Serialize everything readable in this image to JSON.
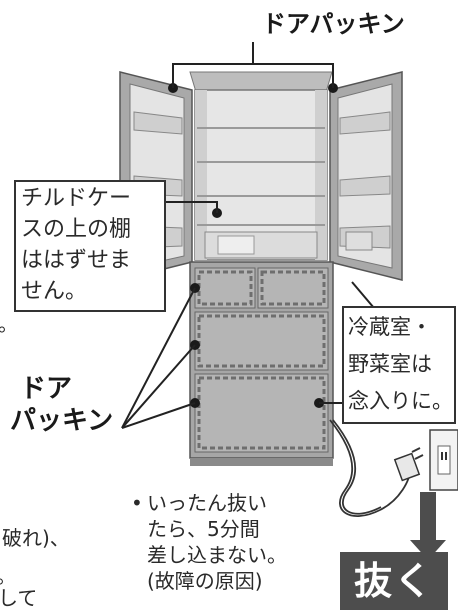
{
  "labels": {
    "door_packing_top": "ドアパッキン",
    "door_packing_side_line1": "ドア",
    "door_packing_side_line2": "パッキン"
  },
  "chilled_case_note": {
    "lines": [
      "チルドケー",
      "スの上の棚",
      "ははずせま",
      "せん。"
    ]
  },
  "fridge_note": {
    "lines": [
      "冷蔵室・",
      "野菜室は",
      "念入りに。"
    ]
  },
  "plug_note": {
    "bullet": "•",
    "lines": [
      "いったん抜い",
      "たら、5分間",
      "差し込まない。",
      "(故障の原因)"
    ]
  },
  "unplug_label": "抜く",
  "cut_off_text": {
    "left_mark": "。",
    "bottom_fragment_1": "破れ)、",
    "bottom_fragment_2": "。",
    "bottom_fragment_3": "して"
  },
  "colors": {
    "fridge_body": "#a6a6a6",
    "fridge_inside": "#e8e8e8",
    "packing_dash": "#707070",
    "label_dark": "#4d4d4d"
  }
}
